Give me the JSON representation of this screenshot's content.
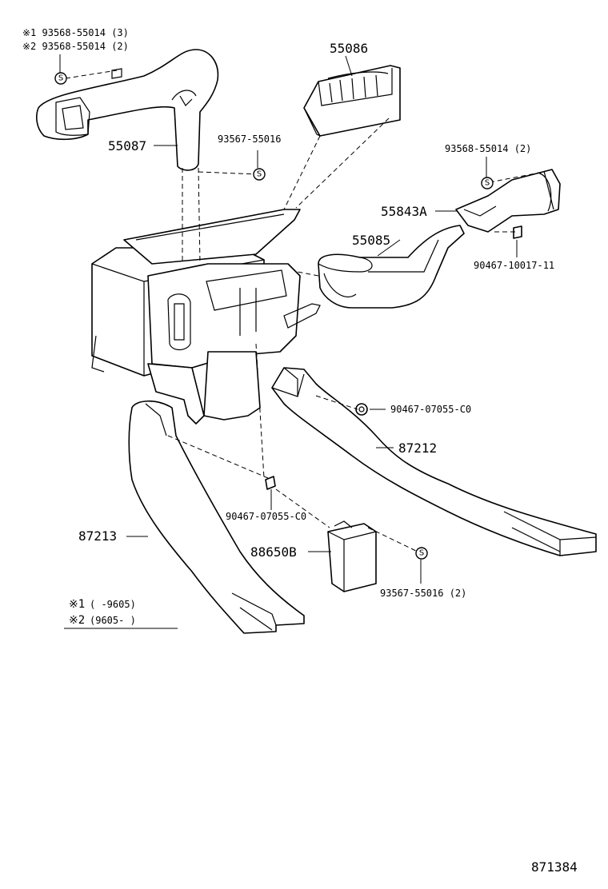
{
  "notes": {
    "note1": "※1 93568-55014 (3)",
    "note2": "※2 93568-55014 (2)",
    "legend1_mark": "※1",
    "legend1_range": "(     -9605)",
    "legend2_mark": "※2",
    "legend2_range": "(9605-      )"
  },
  "parts": {
    "p55086": "55086",
    "p55087": "55087",
    "p93567_55016": "93567-55016",
    "p93568_55014_2": "93568-55014 (2)",
    "p55843A": "55843A",
    "p55085": "55085",
    "p90467_10017_11": "90467-10017-11",
    "p90467_07055_C0_right": "90467-07055-C0",
    "p87212": "87212",
    "p90467_07055_C0_mid": "90467-07055-C0",
    "p87213": "87213",
    "p88650B": "88650B",
    "p93567_55016_2": "93567-55016 (2)"
  },
  "clip_symbol": "S",
  "figure_number": "871384"
}
